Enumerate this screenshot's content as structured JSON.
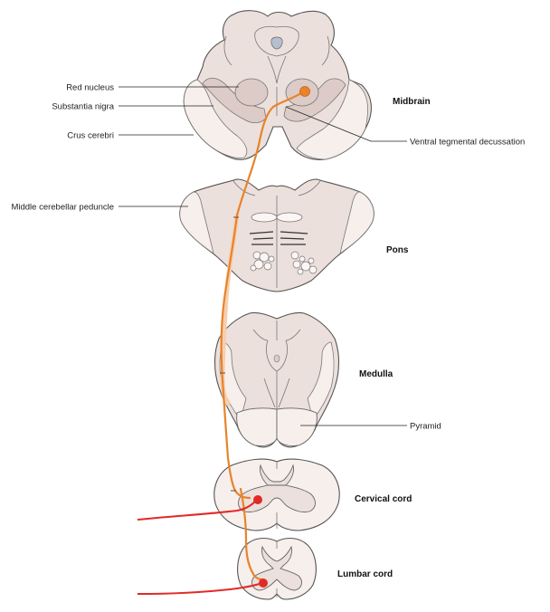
{
  "colors": {
    "section_fill": "#ece0dc",
    "section_dark": "#dccbc6",
    "white_matter": "#f7efec",
    "outline": "#555555",
    "tract_orange": "#e9832a",
    "tract_light": "#f6cfae",
    "axon_red": "#e12a27"
  },
  "left_labels": {
    "red_nucleus": "Red nucleus",
    "substantia_nigra": "Substantia nigra",
    "crus_cerebri": "Crus cerebri",
    "middle_cerebellar_peduncle": "Middle cerebellar peduncle"
  },
  "right_labels": {
    "ventral_tegmental_decussation": "Ventral tegmental decussation",
    "pyramid": "Pyramid"
  },
  "levels": {
    "midbrain": "Midbrain",
    "pons": "Pons",
    "medulla": "Medulla",
    "cervical_cord": "Cervical cord",
    "lumbar_cord": "Lumbar cord"
  }
}
